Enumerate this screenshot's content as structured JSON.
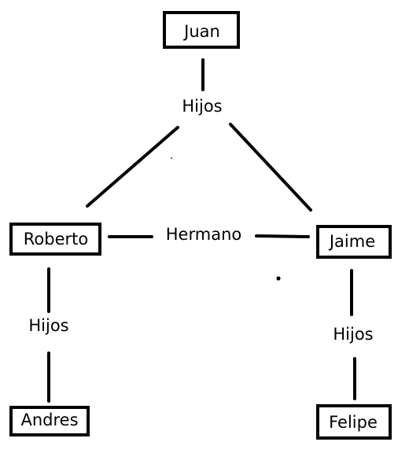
{
  "nodes": {
    "juan": "Juan",
    "roberto": "Roberto",
    "jaime": "Jaime",
    "andres": "Andres",
    "felipe": "Felipe"
  },
  "edges": {
    "juan_children": "Hijos",
    "siblings": "Hermano",
    "roberto_children": "Hijos",
    "jaime_children": "Hijos"
  },
  "colors": {
    "stroke": "#000000",
    "background": "#ffffff"
  }
}
